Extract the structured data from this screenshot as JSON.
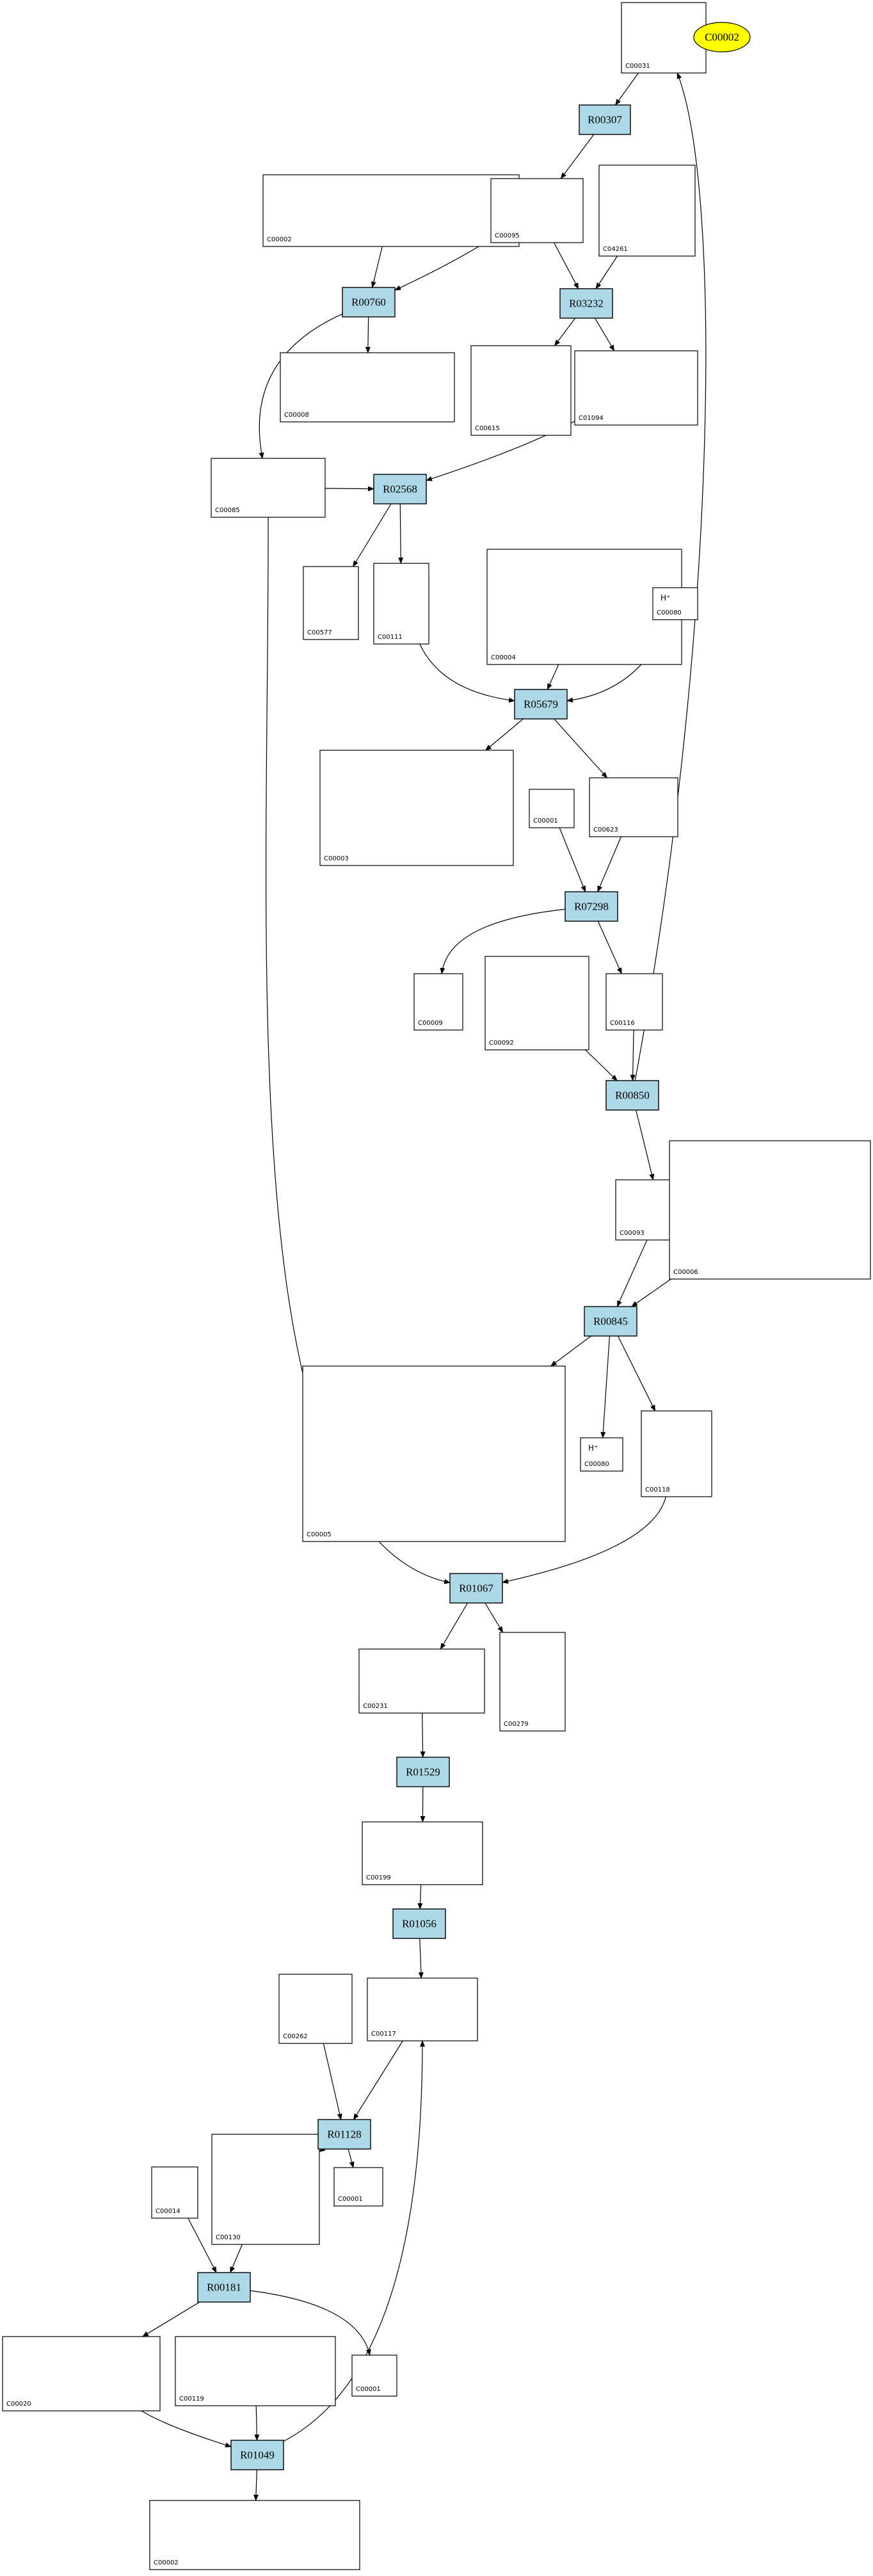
{
  "oval": {
    "label": "C00002"
  },
  "reactions": [
    {
      "id": "r00307",
      "label": "R00307"
    },
    {
      "id": "r00760",
      "label": "R00760"
    },
    {
      "id": "r03232",
      "label": "R03232"
    },
    {
      "id": "r02568",
      "label": "R02568"
    },
    {
      "id": "r05679",
      "label": "R05679"
    },
    {
      "id": "r07298",
      "label": "R07298"
    },
    {
      "id": "r00850",
      "label": "R00850"
    },
    {
      "id": "r00845",
      "label": "R00845"
    },
    {
      "id": "r01067",
      "label": "R01067"
    },
    {
      "id": "r01529",
      "label": "R01529"
    },
    {
      "id": "r01056",
      "label": "R01056"
    },
    {
      "id": "r01128",
      "label": "R01128"
    },
    {
      "id": "r00181",
      "label": "R00181"
    },
    {
      "id": "r01049",
      "label": "R01049"
    }
  ],
  "compounds": [
    {
      "key": "c00031",
      "id": "C00031"
    },
    {
      "key": "c00002_top",
      "id": "C00002"
    },
    {
      "key": "c00095",
      "id": "C00095"
    },
    {
      "key": "c04261",
      "id": "C04261"
    },
    {
      "key": "c00008",
      "id": "C00008"
    },
    {
      "key": "c00615",
      "id": "C00615"
    },
    {
      "key": "c01094",
      "id": "C01094"
    },
    {
      "key": "c00085",
      "id": "C00085"
    },
    {
      "key": "c00577",
      "id": "C00577"
    },
    {
      "key": "c00111",
      "id": "C00111"
    },
    {
      "key": "c00004",
      "id": "C00004"
    },
    {
      "key": "c00080_a",
      "id": "C00080",
      "text": "H⁺"
    },
    {
      "key": "c00003",
      "id": "C00003"
    },
    {
      "key": "c00001_a",
      "id": "C00001"
    },
    {
      "key": "c00623",
      "id": "C00623"
    },
    {
      "key": "c00009",
      "id": "C00009"
    },
    {
      "key": "c00092",
      "id": "C00092"
    },
    {
      "key": "c00116",
      "id": "C00116"
    },
    {
      "key": "c00093",
      "id": "C00093"
    },
    {
      "key": "c00006",
      "id": "C00006"
    },
    {
      "key": "c00005",
      "id": "C00005"
    },
    {
      "key": "c00080_b",
      "id": "C00080",
      "text": "H⁺"
    },
    {
      "key": "c00118",
      "id": "C00118"
    },
    {
      "key": "c00231",
      "id": "C00231"
    },
    {
      "key": "c00279",
      "id": "C00279"
    },
    {
      "key": "c00199",
      "id": "C00199"
    },
    {
      "key": "c00262",
      "id": "C00262"
    },
    {
      "key": "c00117",
      "id": "C00117"
    },
    {
      "key": "c00001_b",
      "id": "C00001"
    },
    {
      "key": "c00014",
      "id": "C00014"
    },
    {
      "key": "c00130",
      "id": "C00130"
    },
    {
      "key": "c00020",
      "id": "C00020"
    },
    {
      "key": "c00119",
      "id": "C00119"
    },
    {
      "key": "c00001_c",
      "id": "C00001"
    },
    {
      "key": "c00002_bottom",
      "id": "C00002"
    }
  ]
}
